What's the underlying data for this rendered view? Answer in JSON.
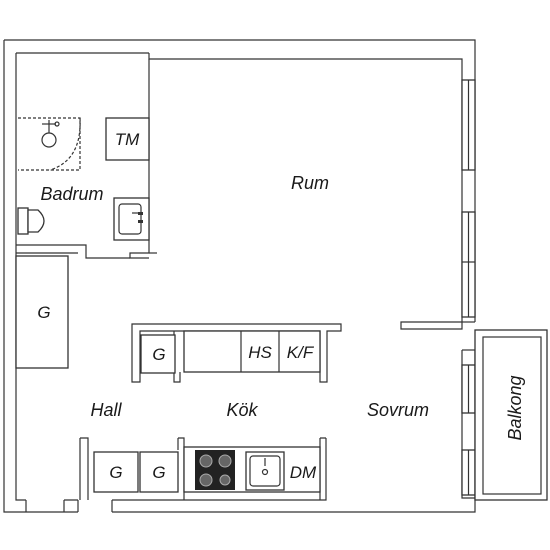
{
  "rooms": {
    "rum": "Rum",
    "badrum": "Badrum",
    "hall": "Hall",
    "kok": "Kök",
    "sovrum": "Sovrum",
    "balkong": "Balkong"
  },
  "fixtures": {
    "tm": "TM",
    "g_hall": "G",
    "g_island": "G",
    "hs": "HS",
    "kf": "K/F",
    "g_bottom_1": "G",
    "g_bottom_2": "G",
    "dm": "DM"
  },
  "icons": [
    "shower-icon",
    "toilet-icon",
    "sink-icon",
    "stove-icon",
    "kitchen-sink-icon",
    "window-icon"
  ]
}
